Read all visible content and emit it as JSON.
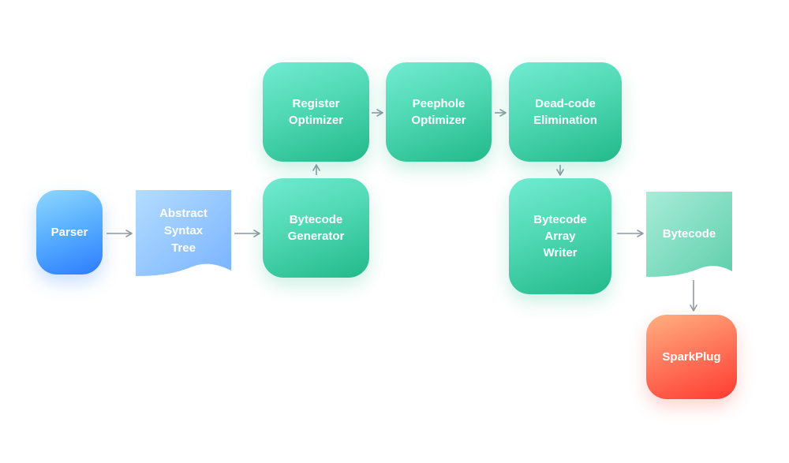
{
  "diagram": {
    "nodes": {
      "parser": "Parser",
      "ast": "Abstract\nSyntax\nTree",
      "bytecode_generator": "Bytecode\nGenerator",
      "register_optimizer": "Register\nOptimizer",
      "peephole_optimizer": "Peephole\nOptimizer",
      "dead_code_elimination": "Dead-code\nElimination",
      "bytecode_array_writer": "Bytecode\nArray\nWriter",
      "bytecode": "Bytecode",
      "sparkplug": "SparkPlug"
    },
    "edges": [
      [
        "parser",
        "ast"
      ],
      [
        "ast",
        "bytecode_generator"
      ],
      [
        "bytecode_generator",
        "register_optimizer"
      ],
      [
        "register_optimizer",
        "peephole_optimizer"
      ],
      [
        "peephole_optimizer",
        "dead_code_elimination"
      ],
      [
        "dead_code_elimination",
        "bytecode_array_writer"
      ],
      [
        "bytecode_array_writer",
        "bytecode"
      ],
      [
        "bytecode",
        "sparkplug"
      ]
    ],
    "colors": {
      "process": "#2fc79a",
      "input": "#3f8fff",
      "output": "#ff4a3a",
      "arrow": "#8f9aa3"
    }
  }
}
